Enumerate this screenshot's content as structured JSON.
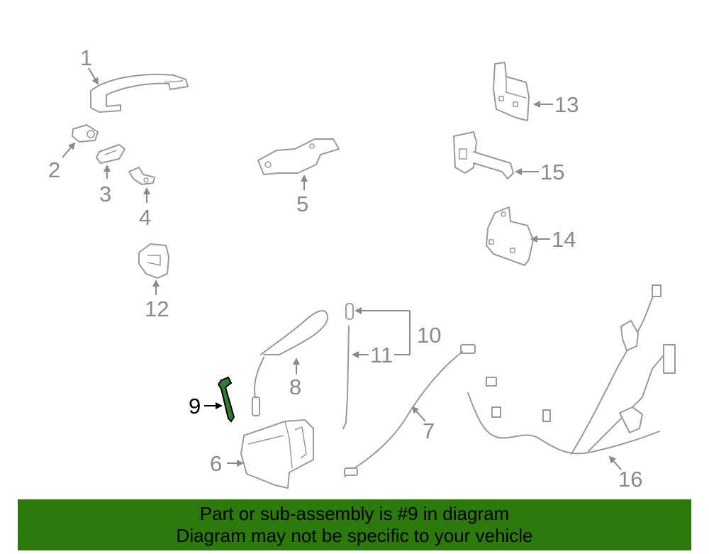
{
  "callouts": {
    "c1": "1",
    "c2": "2",
    "c3": "3",
    "c4": "4",
    "c5": "5",
    "c6": "6",
    "c7": "7",
    "c8": "8",
    "c9": "9",
    "c10": "10",
    "c11": "11",
    "c12": "12",
    "c13": "13",
    "c14": "14",
    "c15": "15",
    "c16": "16"
  },
  "highlight": {
    "part_number": "9",
    "color": "#2e7d32"
  },
  "banner": {
    "line1": "Part or sub-assembly is #9 in diagram",
    "line2": "Diagram may not be specific to your vehicle",
    "background": "#2b7a0b"
  }
}
